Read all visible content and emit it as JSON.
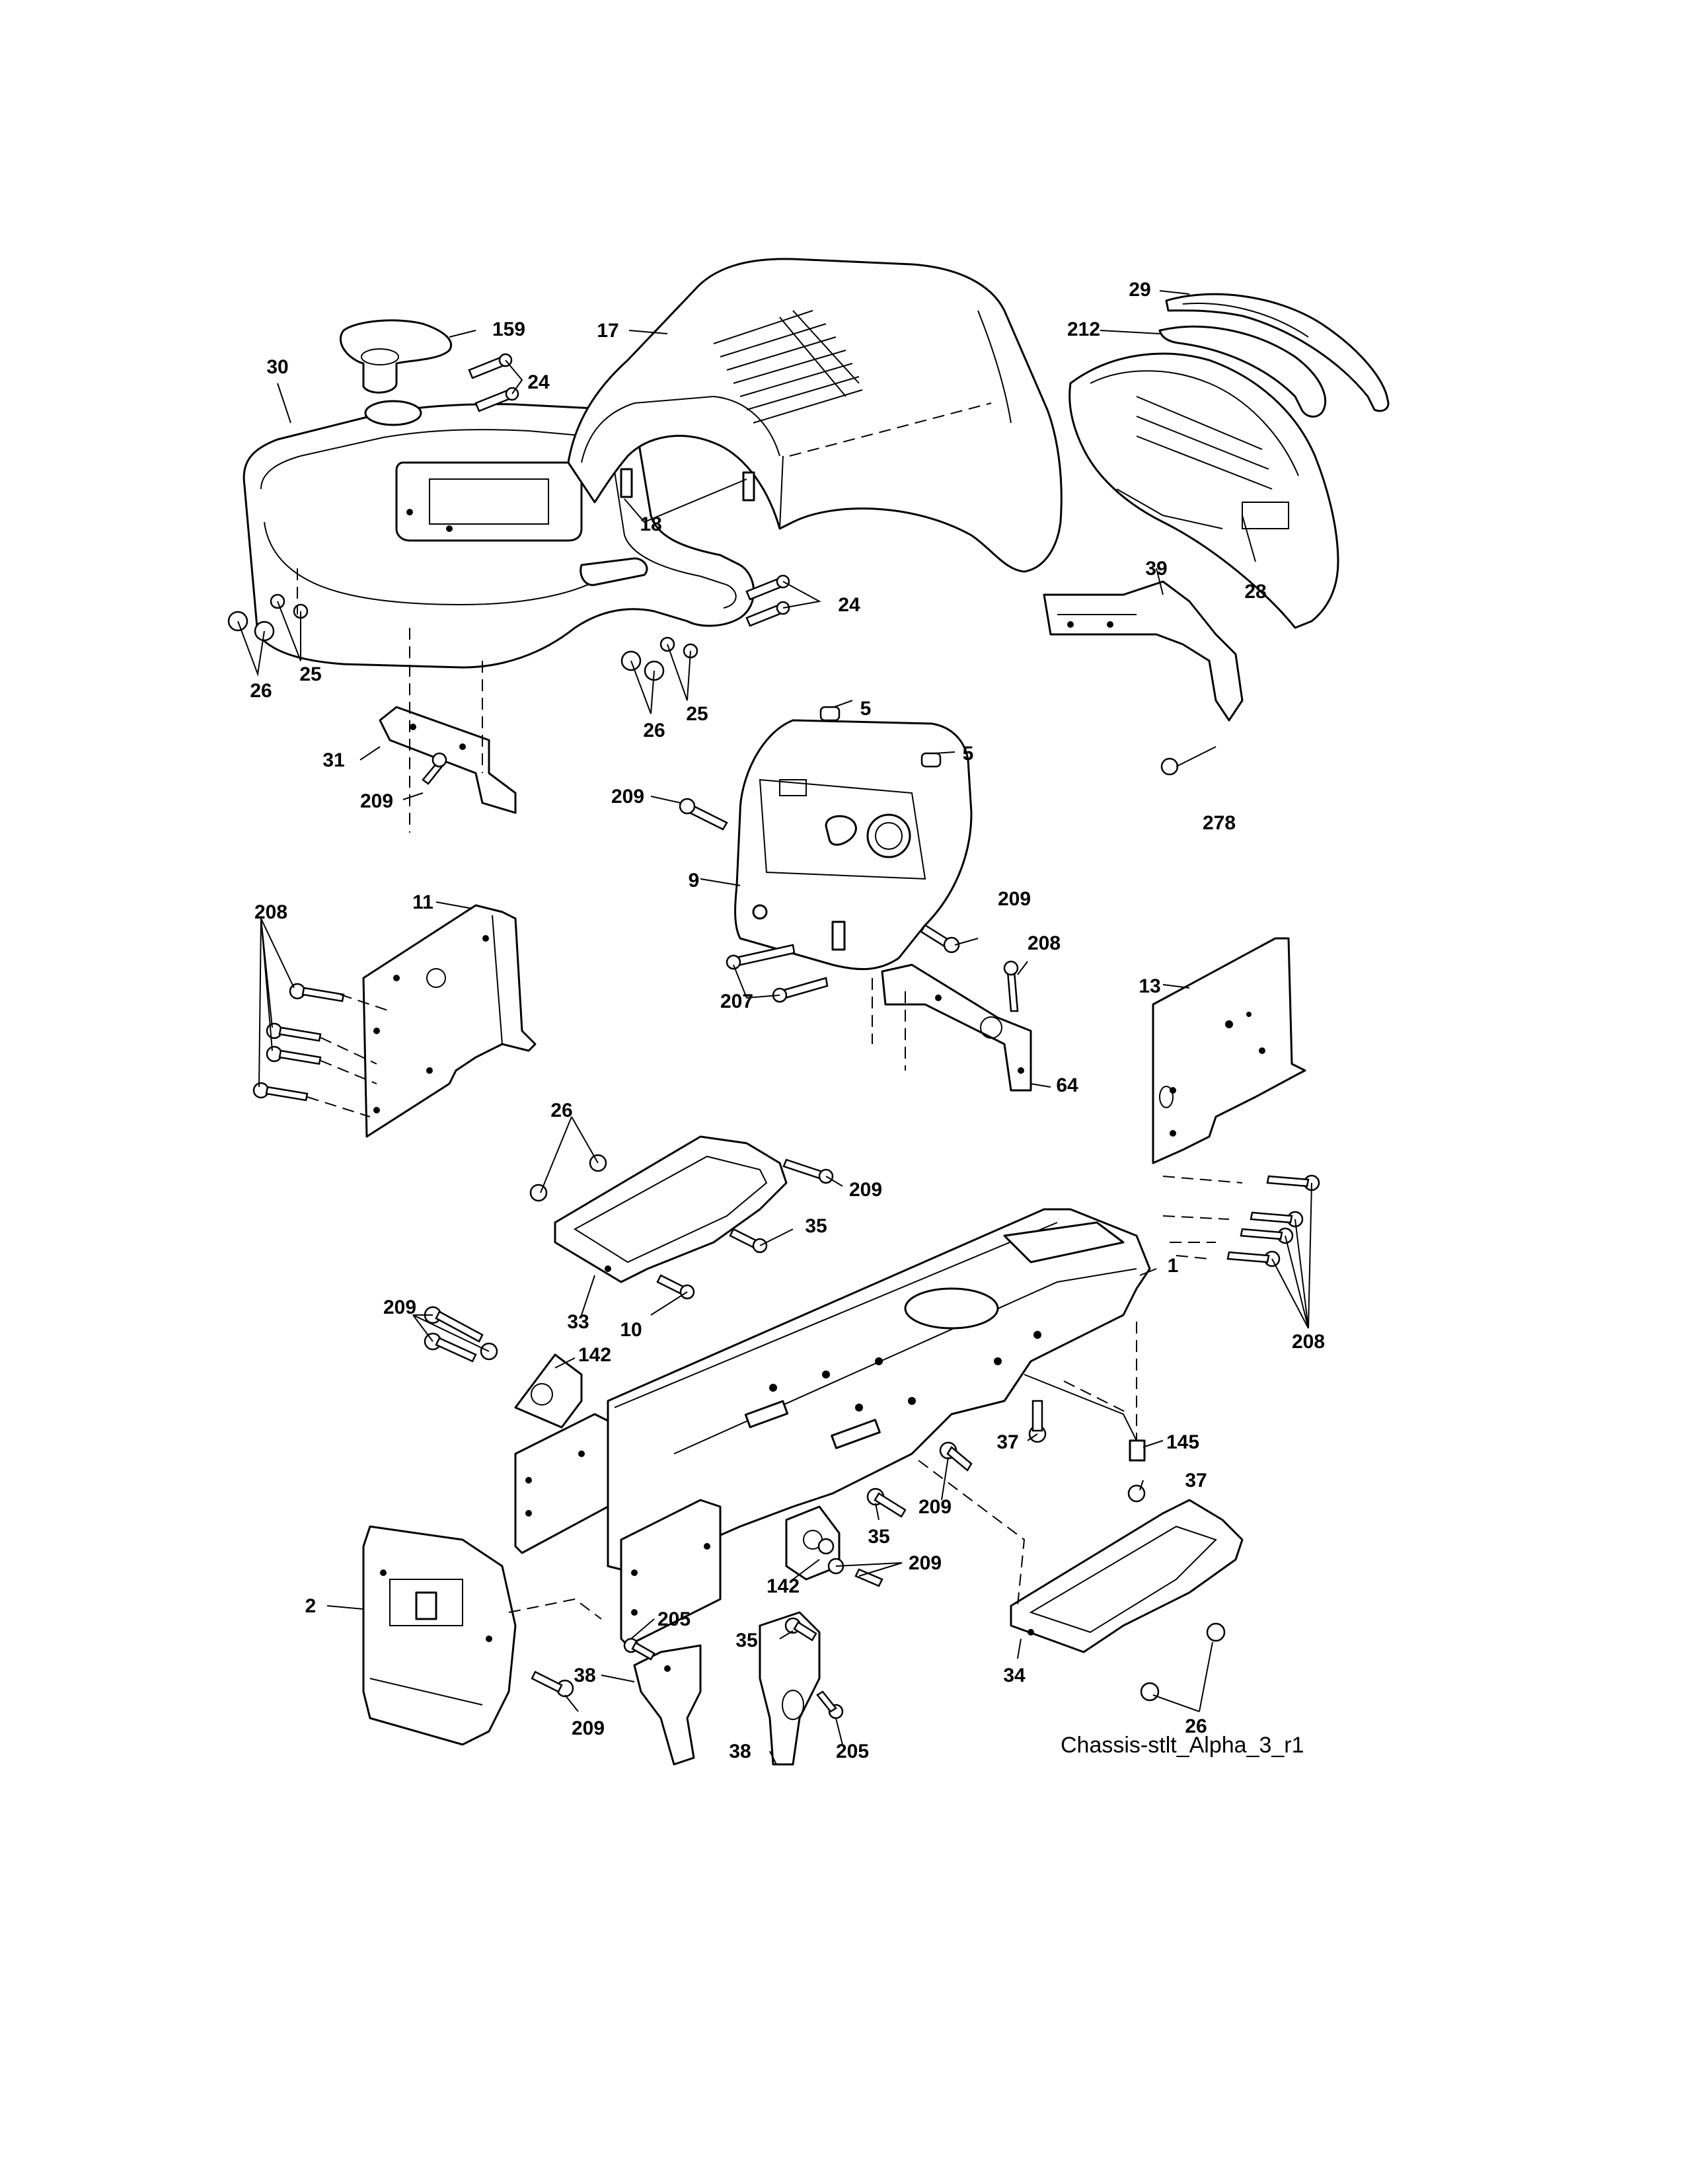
{
  "diagram": {
    "caption": "Chassis-stlt_Alpha_3_r1",
    "callouts": {
      "c29": "29",
      "c212": "212",
      "c17": "17",
      "c159": "159",
      "c30": "30",
      "c24a": "24",
      "c18": "18",
      "c24b": "24",
      "c28": "28",
      "c39": "39",
      "c26a": "26",
      "c25a": "25",
      "c26b": "26",
      "c25b": "25",
      "c5a": "5",
      "c5b": "5",
      "c31": "31",
      "c209a": "209",
      "c209b": "209",
      "c278": "278",
      "c9": "9",
      "c209c": "209",
      "c208a": "208",
      "c11": "11",
      "c208b": "208",
      "c207": "207",
      "c13": "13",
      "c64": "64",
      "c26c": "26",
      "c209d": "209",
      "c35a": "35",
      "c33": "33",
      "c10": "10",
      "c1": "1",
      "c209e": "209",
      "c142a": "142",
      "c208c": "208",
      "c37a": "37",
      "c145": "145",
      "c37b": "37",
      "c209f": "209",
      "c35b": "35",
      "c142b": "142",
      "c209g": "209",
      "c2": "2",
      "c205a": "205",
      "c35c": "35",
      "c38a": "38",
      "c34": "34",
      "c26d": "26",
      "c209h": "209",
      "c38b": "38",
      "c205b": "205"
    }
  }
}
